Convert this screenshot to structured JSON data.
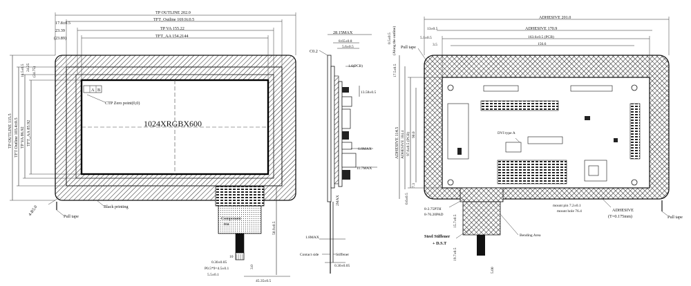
{
  "front": {
    "tp_outline_w": "TP OUTLINE 202.0",
    "tft_outline_w": "TFT_Outline 169.9±0.5",
    "tp_va_w": "TP VA 155.22",
    "tft_aa_w": "TFT_AA 154.2144",
    "dim_178": "17.8±0.5",
    "dim_2339": "23.39",
    "dim_2389": "(23.89)",
    "dim_185": "18.5±0.5",
    "dim_2425": "24.25",
    "dim_2475": "(24.75)",
    "tp_outline_h": "TP OUTLINE 115.5",
    "tft_outline_h": "TFT Outline 103.4±0.5",
    "tp_va_h": "TP VA 86.92",
    "tft_aa_h": "TFT_AA 85.92",
    "cell_a": "A",
    "cell_b": "B",
    "ctp_zero": "CTP Zero point(0,0)",
    "resolution": "1024XRGBX600",
    "corner_radius": "4-R5.0",
    "pull_tape": "Pull tape",
    "black_printing": "Black printing",
    "component_area_1": "Component",
    "component_area_2": "rea",
    "fpc_len": "50.9±0.5",
    "fpc_10": "10",
    "fpc_030": "0.30±0.05",
    "fpc_pitch": "P0.5*9=4.5±0.1",
    "fpc_55": "5.5±0.1",
    "fpc_30": "3.0",
    "fpc_45": "45.35±0.5"
  },
  "side": {
    "thickness": "28.15MAX",
    "dim_865": "8.65±0.8",
    "dim_56": "5.6±0.5",
    "chamfer": "C0.2",
    "pcb": "1.6(PCB)",
    "dim_1358": "13.58±0.5",
    "dim_68": "6.8MAX",
    "dim_117": "11.7MAX",
    "dim_2max": "2MAX",
    "dim_18": "1.8MAX",
    "contact_side": "Contact side",
    "stiffener": "Stiffener",
    "dim_030": "0.30±0.05"
  },
  "back": {
    "pull_tape": "Pull tape",
    "adhesive_w": "ADHESIVE 201.0",
    "adhesive_w2": "ADHESIVE 170.9",
    "pcb_w": "163.6±0.5 (PCB)",
    "dim_1566": "156.6",
    "dim_13": "13±0.5",
    "dim_51": "5.1±0.5",
    "dim_35": "3.5",
    "dim_05": "0.5±0.5",
    "dim_05_sub": "(Along the outline)",
    "dim_17": "17.5±0.5",
    "adhesive_h": "ADHESIVE 114.5",
    "adhesive_h2": "ADHESIVE 104.4",
    "pcb_h": "97.6±0.5 (PCB)",
    "dim_900": "90.0",
    "dim_73": "7.3",
    "dim_06": "0.6±0.5",
    "dvi": "DVI type A",
    "fpc_pitch": "8-2.75PTH",
    "fpc_pad": "8-76.20PAD",
    "dim_157": "15.7±0.5",
    "mount_pin": "mount pin 7.2±0.1",
    "mount_hole": "mount hole 76.4",
    "adhesive_label": "ADHESIVE",
    "adhesive_t": "(T=0.175mm)",
    "pull_tape_r": "Pull tape",
    "bending": "Bending Area",
    "steel_1": "Steel Stiffener",
    "steel_2": "+ D.S.T",
    "dim_197": "19.7±0.5",
    "dim_500": "5.00"
  }
}
